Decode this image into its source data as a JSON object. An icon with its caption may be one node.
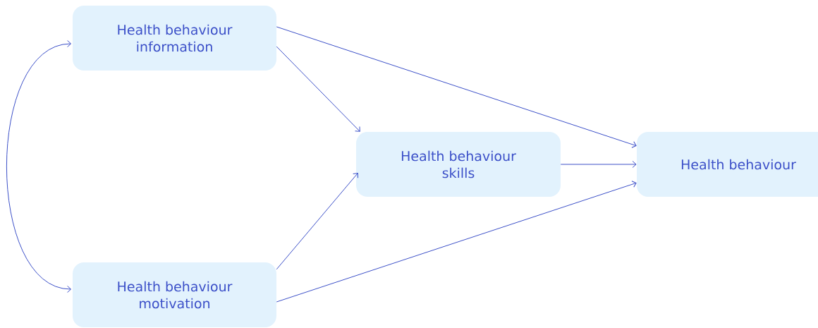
{
  "diagram": {
    "nodes": [
      {
        "text": [
          "Health behaviour information"
        ]
      },
      {
        "text": [
          "Health behaviour motivation"
        ]
      },
      {
        "text": [
          "Health behaviour skills"
        ]
      },
      {
        "text": [
          "Health behaviour"
        ]
      }
    ],
    "edges": [
      {
        "from": 0,
        "to": 1,
        "arrow": "both"
      },
      {
        "from": 0,
        "to": 2,
        "arrow": "to"
      },
      {
        "from": 0,
        "to": 3,
        "arrow": "to"
      },
      {
        "from": 1,
        "to": 2,
        "arrow": "to"
      },
      {
        "from": 1,
        "to": 3,
        "arrow": "to"
      },
      {
        "from": 2,
        "to": 3,
        "arrow": "to"
      }
    ]
  }
}
